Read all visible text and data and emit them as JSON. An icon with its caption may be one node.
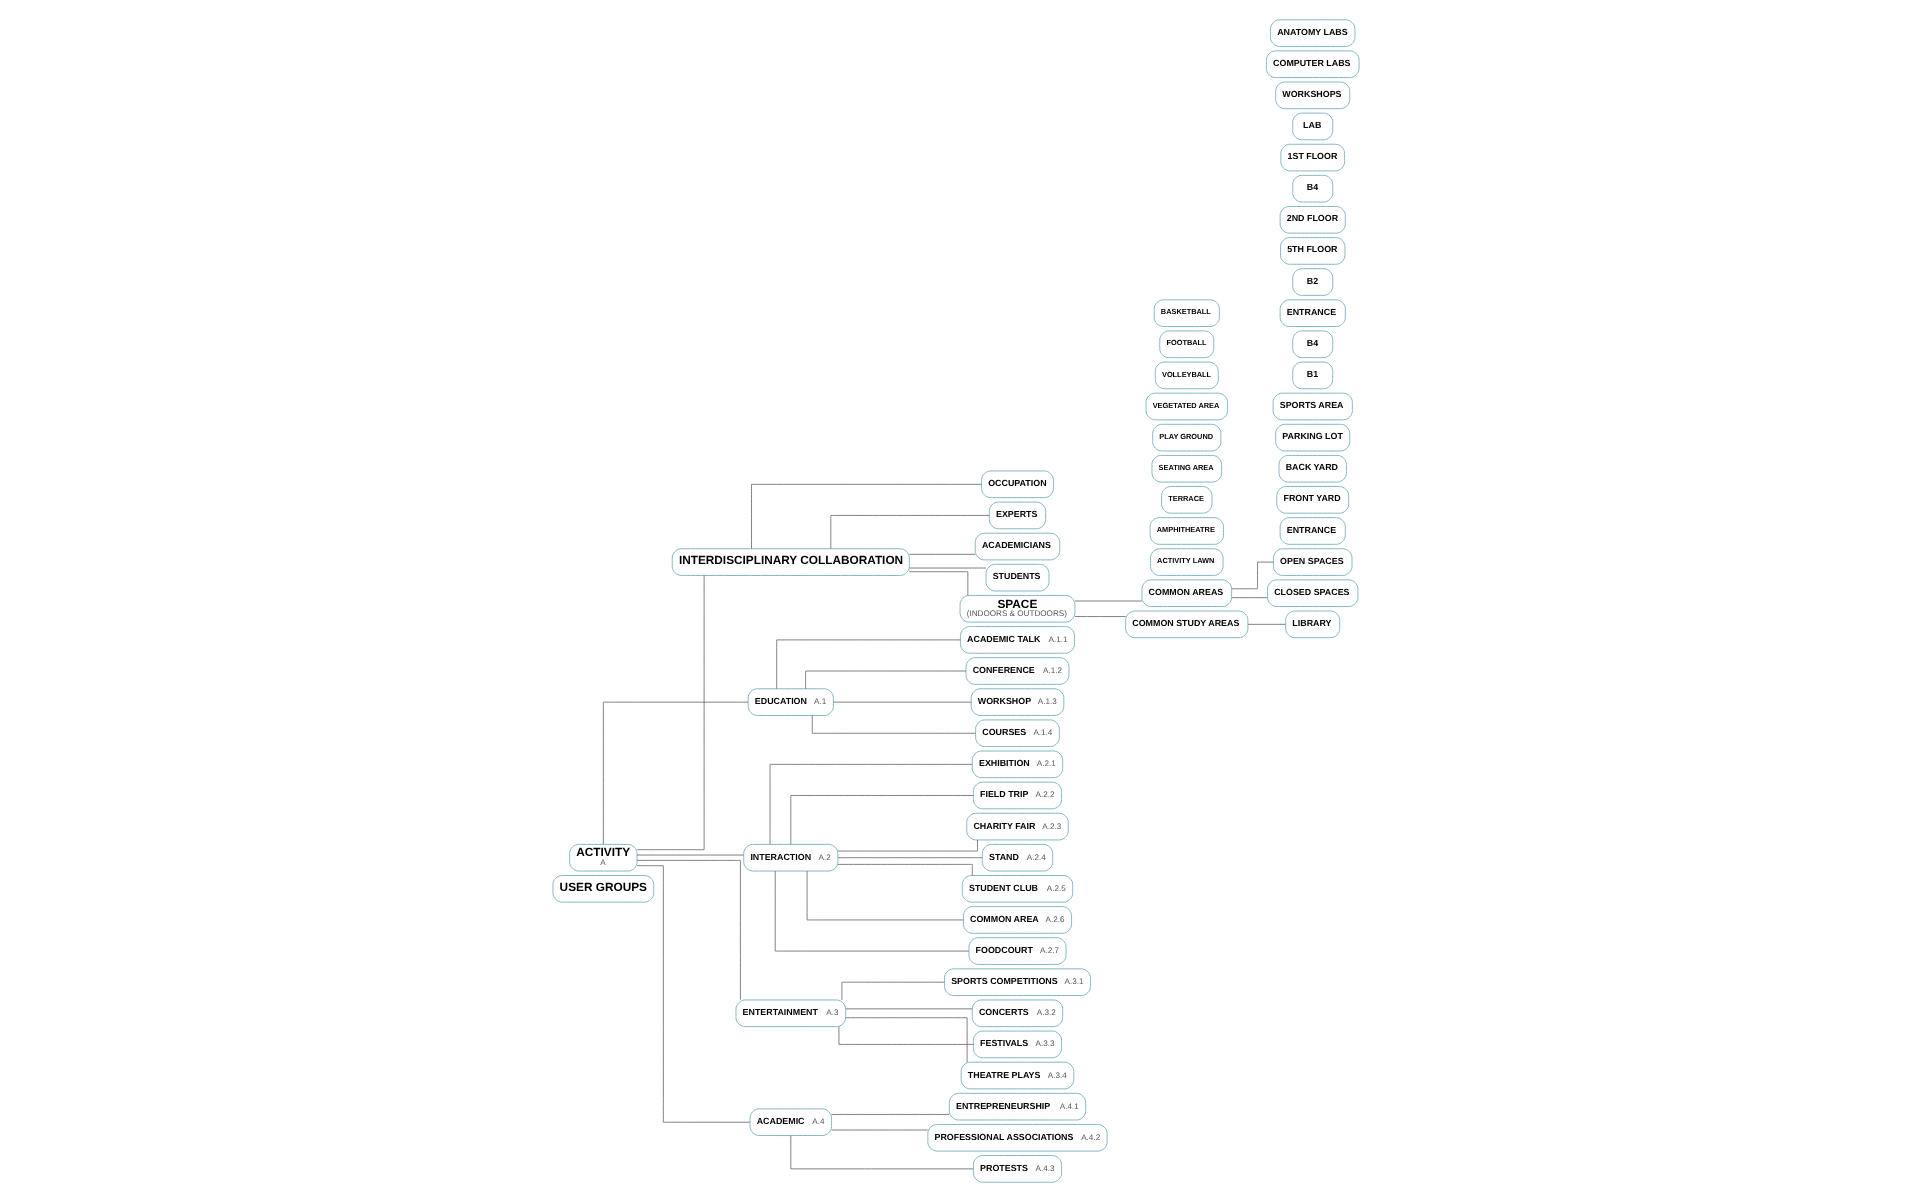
{
  "diagram": {
    "nodes": [
      {
        "text": [
          "USER GROUPS"
        ]
      },
      {
        "text": [
          "ACTIVITY",
          "A"
        ]
      },
      {
        "text": [
          "INTERDISCIPLINARY COLLABORATION"
        ]
      },
      {
        "text": [
          "OCCUPATION"
        ]
      },
      {
        "text": [
          "EXPERTS"
        ]
      },
      {
        "text": [
          "ACADEMICIANS"
        ]
      },
      {
        "text": [
          "STUDENTS"
        ]
      },
      {
        "text": [
          "SPACE",
          "(INDOORS & OUTDOORS)"
        ]
      },
      {
        "text": [
          "COMMON AREAS"
        ]
      },
      {
        "text": [
          "COMMON STUDY AREAS"
        ]
      },
      {
        "text": [
          "OPEN SPACES"
        ]
      },
      {
        "text": [
          "CLOSED SPACES"
        ]
      },
      {
        "text": [
          "ENTRANCE"
        ]
      },
      {
        "text": [
          "FRONT YARD"
        ]
      },
      {
        "text": [
          "BACK YARD"
        ]
      },
      {
        "text": [
          "PARKING LOT"
        ]
      },
      {
        "text": [
          "SPORTS AREA"
        ]
      },
      {
        "text": [
          "B1"
        ]
      },
      {
        "text": [
          "B4"
        ]
      },
      {
        "text": [
          "ENTRANCE"
        ]
      },
      {
        "text": [
          "B2"
        ]
      },
      {
        "text": [
          "5TH FLOOR"
        ]
      },
      {
        "text": [
          "2ND FLOOR"
        ]
      },
      {
        "text": [
          "B4"
        ]
      },
      {
        "text": [
          "1ST FLOOR"
        ]
      },
      {
        "text": [
          "LIBRARY"
        ]
      },
      {
        "text": [
          "LAB"
        ]
      },
      {
        "text": [
          "WORKSHOPS"
        ]
      },
      {
        "text": [
          "COMPUTER LABS"
        ]
      },
      {
        "text": [
          "ANATOMY LABS"
        ]
      },
      {
        "text": [
          "EDUCATION",
          "A.1"
        ]
      },
      {
        "text": [
          "ACADEMIC TALK",
          "A.1.1"
        ]
      },
      {
        "text": [
          "CONFERENCE",
          "A.1.2"
        ]
      },
      {
        "text": [
          "WORKSHOP",
          "A.1.3"
        ]
      },
      {
        "text": [
          "COURSES",
          "A.1.4"
        ]
      },
      {
        "text": [
          "INTERACTION",
          "A.2"
        ]
      },
      {
        "text": [
          "EXHIBITION",
          "A.2.1"
        ]
      },
      {
        "text": [
          "FIELD TRIP",
          "A.2.2"
        ]
      },
      {
        "text": [
          "CHARITY FAIR",
          "A.2.3"
        ]
      },
      {
        "text": [
          "STAND",
          "A.2.4"
        ]
      },
      {
        "text": [
          "STUDENT CLUB",
          "A.2.5"
        ]
      },
      {
        "text": [
          "COMMON AREA",
          "A.2.6"
        ]
      },
      {
        "text": [
          "FOODCOURT",
          "A.2.7"
        ]
      },
      {
        "text": [
          "ENTERTAINMENT",
          "A.3"
        ]
      },
      {
        "text": [
          "SPORTS COMPETITIONS",
          "A.3.1"
        ]
      },
      {
        "text": [
          "CONCERTS",
          "A.3.2"
        ]
      },
      {
        "text": [
          "FESTIVALS",
          "A.3.3"
        ]
      },
      {
        "text": [
          "THEATRE PLAYS",
          "A.3.4"
        ]
      },
      {
        "text": [
          "ACADEMIC",
          "A.4"
        ]
      },
      {
        "text": [
          "ENTREPRENEURSHIP",
          "A.4.1"
        ]
      },
      {
        "text": [
          "PROFESSIONAL ASSOCIATIONS",
          "A.4.2"
        ]
      },
      {
        "text": [
          "PROTESTS",
          "A.4.3"
        ]
      },
      {
        "text": [
          "ACTIVITY LAWN"
        ]
      },
      {
        "text": [
          "AMPHITHEATRE"
        ]
      },
      {
        "text": [
          "TERRACE"
        ]
      },
      {
        "text": [
          "SEATING AREA"
        ]
      },
      {
        "text": [
          "PLAY GROUND"
        ]
      },
      {
        "text": [
          "VEGETATED AREA"
        ]
      },
      {
        "text": [
          "VOLLEYBALL"
        ]
      },
      {
        "text": [
          "FOOTBALL"
        ]
      },
      {
        "text": [
          "BASKETBALL"
        ]
      }
    ],
    "edges": [
      {
        "from": 1,
        "to": 2,
        "arrow": "none"
      },
      {
        "from": 2,
        "to": 7,
        "arrow": "none"
      },
      {
        "from": 2,
        "to": 3,
        "arrow": "none"
      },
      {
        "from": 2,
        "to": 4,
        "arrow": "none"
      },
      {
        "from": 2,
        "to": 5,
        "arrow": "none"
      },
      {
        "from": 2,
        "to": 6,
        "arrow": "none"
      },
      {
        "from": 7,
        "to": 8,
        "arrow": "none"
      },
      {
        "from": 7,
        "to": 9,
        "arrow": "none"
      },
      {
        "from": 8,
        "to": 10,
        "arrow": "none"
      },
      {
        "from": 8,
        "to": 11,
        "arrow": "none"
      },
      {
        "from": 9,
        "to": 25,
        "arrow": "none"
      },
      {
        "from": 1,
        "to": 30,
        "arrow": "none"
      },
      {
        "from": 1,
        "to": 35,
        "arrow": "none"
      },
      {
        "from": 1,
        "to": 43,
        "arrow": "none"
      },
      {
        "from": 1,
        "to": 48,
        "arrow": "none"
      },
      {
        "from": 30,
        "to": 31,
        "arrow": "none"
      },
      {
        "from": 30,
        "to": 32,
        "arrow": "none"
      },
      {
        "from": 30,
        "to": 33,
        "arrow": "none"
      },
      {
        "from": 30,
        "to": 34,
        "arrow": "none"
      },
      {
        "from": 35,
        "to": 36,
        "arrow": "none"
      },
      {
        "from": 35,
        "to": 37,
        "arrow": "none"
      },
      {
        "from": 35,
        "to": 38,
        "arrow": "none"
      },
      {
        "from": 35,
        "to": 39,
        "arrow": "none"
      },
      {
        "from": 35,
        "to": 40,
        "arrow": "none"
      },
      {
        "from": 35,
        "to": 41,
        "arrow": "none"
      },
      {
        "from": 35,
        "to": 42,
        "arrow": "none"
      },
      {
        "from": 43,
        "to": 44,
        "arrow": "none"
      },
      {
        "from": 43,
        "to": 45,
        "arrow": "none"
      },
      {
        "from": 43,
        "to": 46,
        "arrow": "none"
      },
      {
        "from": 43,
        "to": 47,
        "arrow": "none"
      },
      {
        "from": 48,
        "to": 49,
        "arrow": "none"
      },
      {
        "from": 48,
        "to": 50,
        "arrow": "none"
      },
      {
        "from": 48,
        "to": 51,
        "arrow": "none"
      }
    ]
  }
}
